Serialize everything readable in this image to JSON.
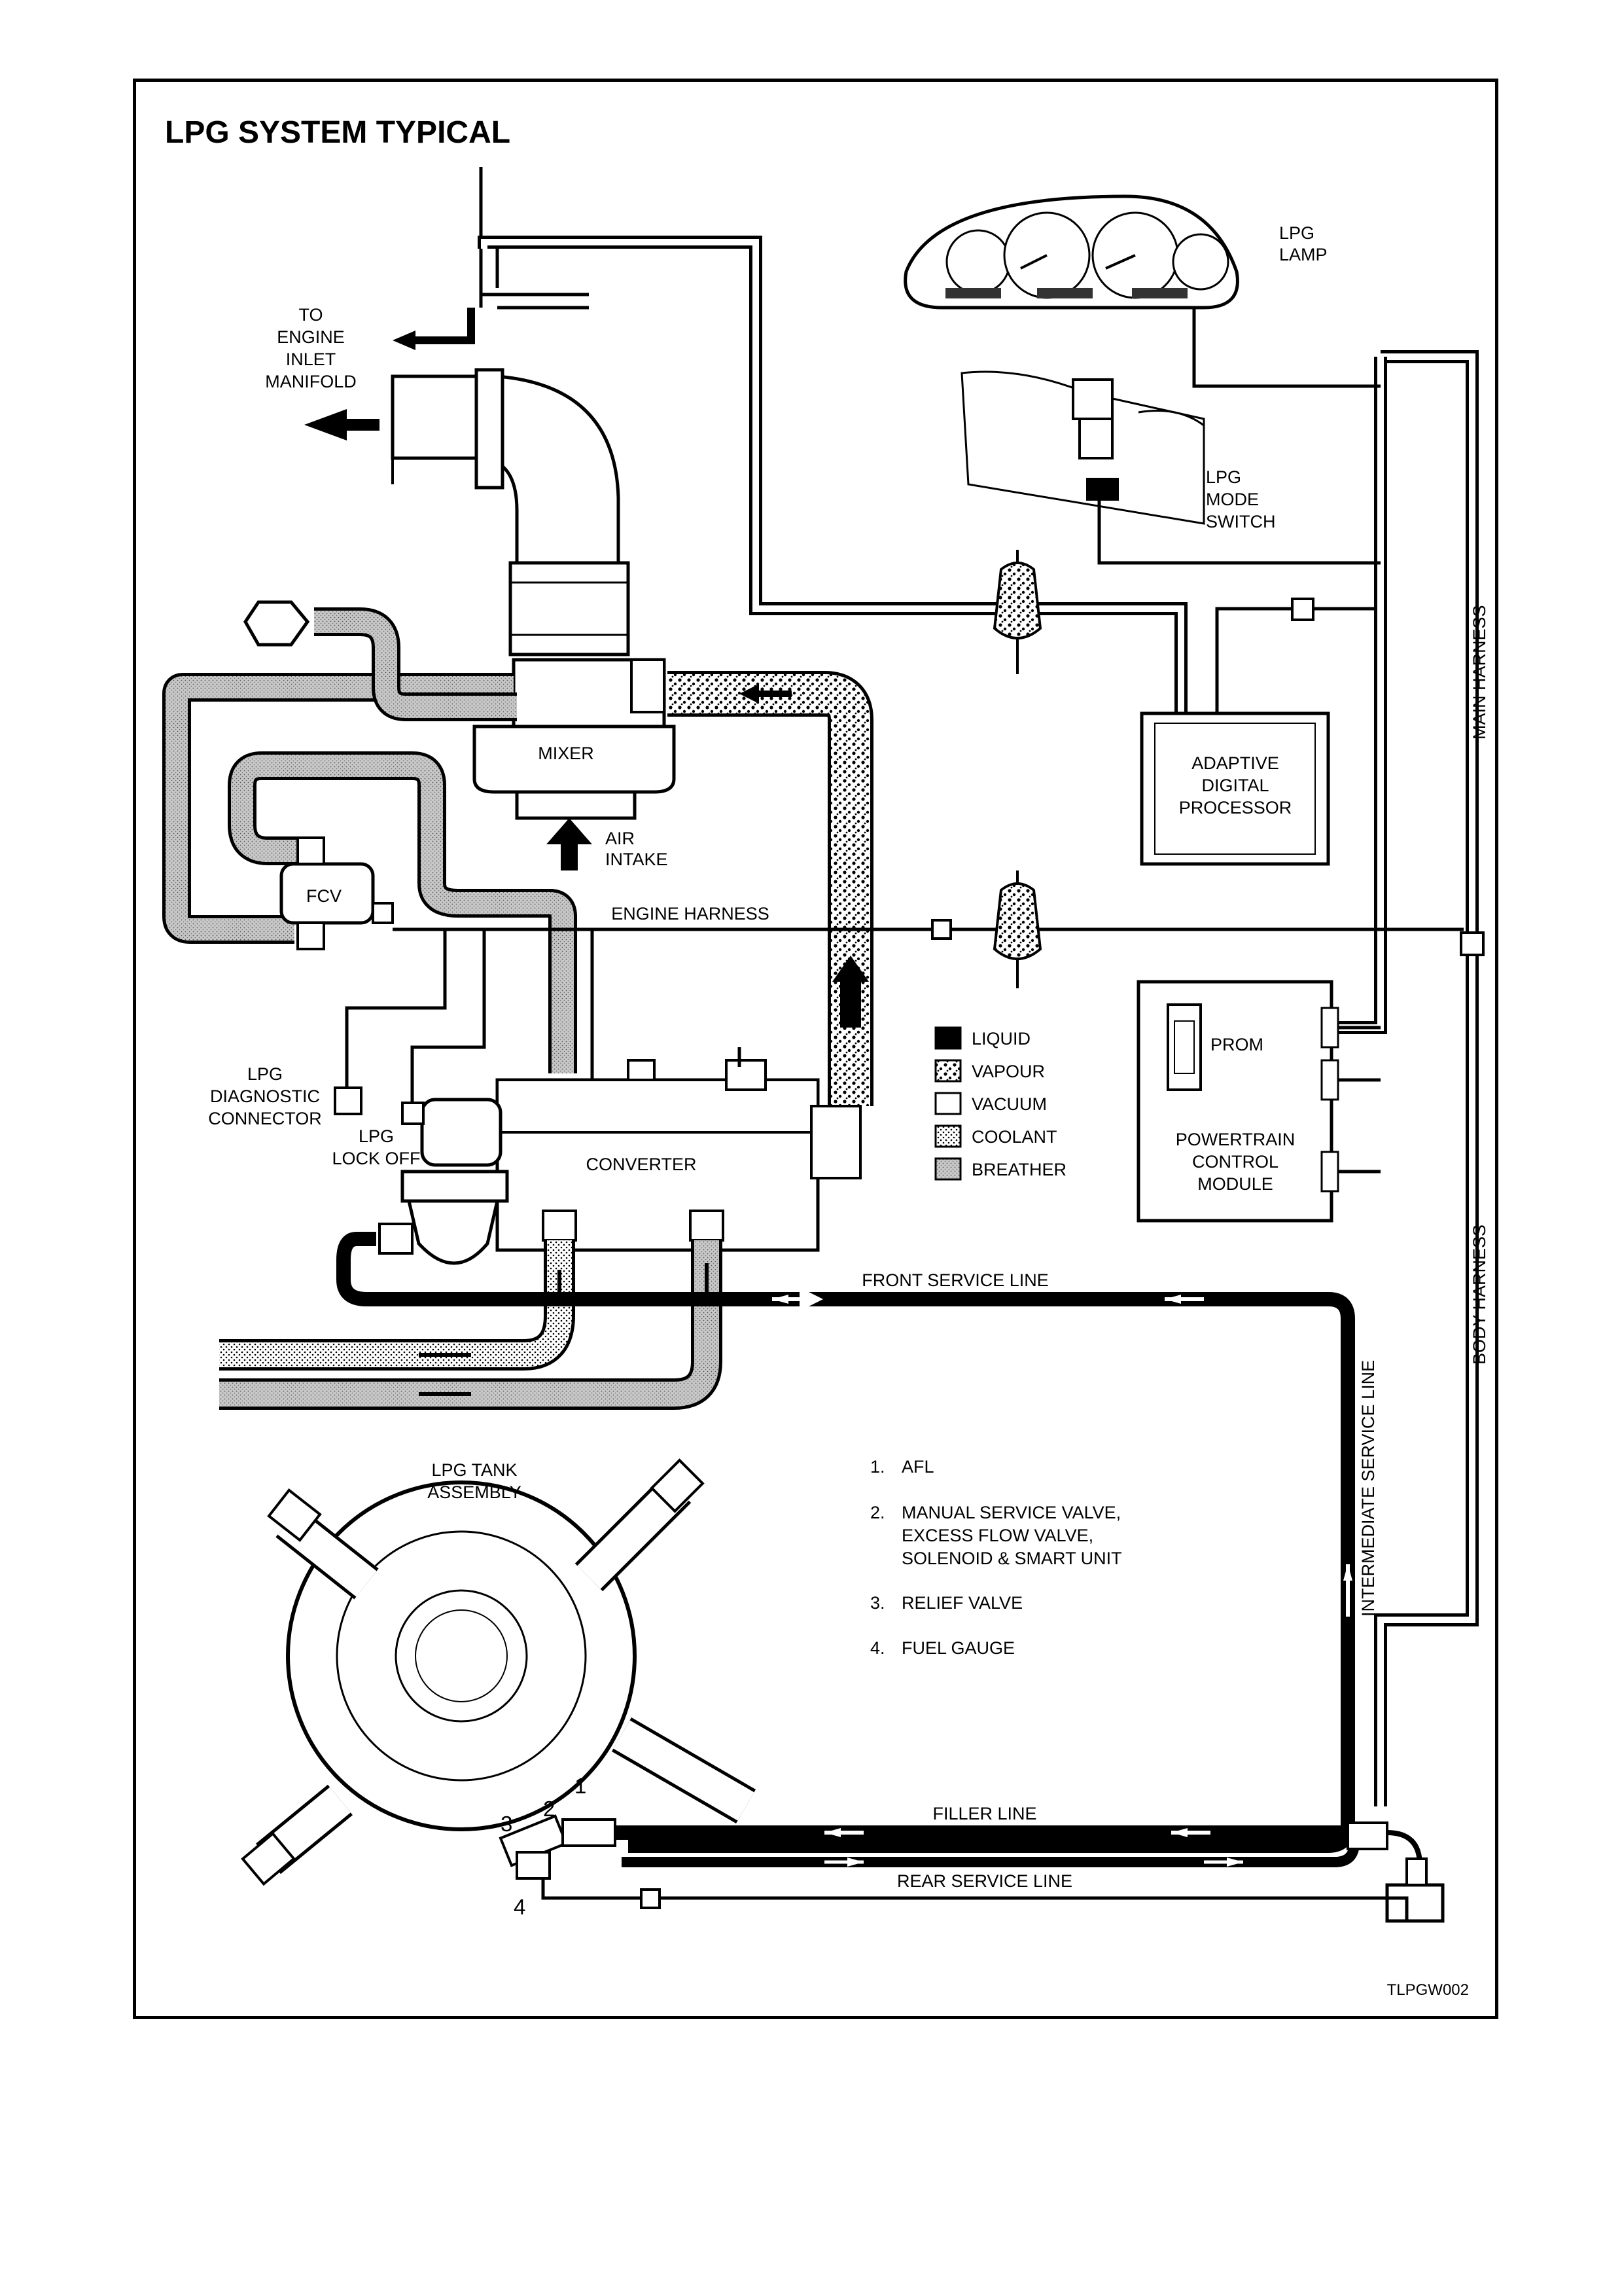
{
  "title": "LPG SYSTEM TYPICAL",
  "figure_code": "TLPGW002",
  "labels": {
    "to_engine": [
      "TO",
      "ENGINE",
      "INLET",
      "MANIFOLD"
    ],
    "lpg_lamp": [
      "LPG",
      "LAMP"
    ],
    "lpg_mode_switch": [
      "LPG",
      "MODE",
      "SWITCH"
    ],
    "mixer": "MIXER",
    "air_intake": [
      "AIR",
      "INTAKE"
    ],
    "fcv": "FCV",
    "engine_harness": "ENGINE HARNESS",
    "adaptive_digital_processor": [
      "ADAPTIVE",
      "DIGITAL",
      "PROCESSOR"
    ],
    "main_harness": "MAIN HARNESS",
    "body_harness": "BODY HARNESS",
    "prom": "PROM",
    "powertrain_control_module": [
      "POWERTRAIN",
      "CONTROL",
      "MODULE"
    ],
    "lpg_diagnostic_connector": [
      "LPG",
      "DIAGNOSTIC",
      "CONNECTOR"
    ],
    "lpg_lock_off": [
      "LPG",
      "LOCK OFF"
    ],
    "converter": "CONVERTER",
    "front_service_line": "FRONT SERVICE LINE",
    "intermediate_service_line": "INTERMEDIATE SERVICE LINE",
    "lpg_tank_assembly": [
      "LPG TANK",
      "ASSEMBLY"
    ],
    "filler_line": "FILLER LINE",
    "rear_service_line": "REAR SERVICE LINE",
    "callouts": [
      "1",
      "2",
      "3",
      "4"
    ]
  },
  "legend": [
    {
      "label": "LIQUID",
      "pattern": "solid-black"
    },
    {
      "label": "VAPOUR",
      "pattern": "coarse-dots"
    },
    {
      "label": "VACUUM",
      "pattern": "white"
    },
    {
      "label": "COOLANT",
      "pattern": "fine-dots"
    },
    {
      "label": "BREATHER",
      "pattern": "grey-stipple"
    }
  ],
  "component_list": [
    {
      "number": "1.",
      "lines": [
        "AFL"
      ]
    },
    {
      "number": "2.",
      "lines": [
        "MANUAL SERVICE VALVE,",
        "EXCESS FLOW VALVE,",
        "SOLENOID & SMART UNIT"
      ]
    },
    {
      "number": "3.",
      "lines": [
        "RELIEF VALVE"
      ]
    },
    {
      "number": "4.",
      "lines": [
        "FUEL  GAUGE"
      ]
    }
  ],
  "colors": {
    "ink": "#000000",
    "paper": "#ffffff",
    "stipple": "#bdbdbd"
  }
}
